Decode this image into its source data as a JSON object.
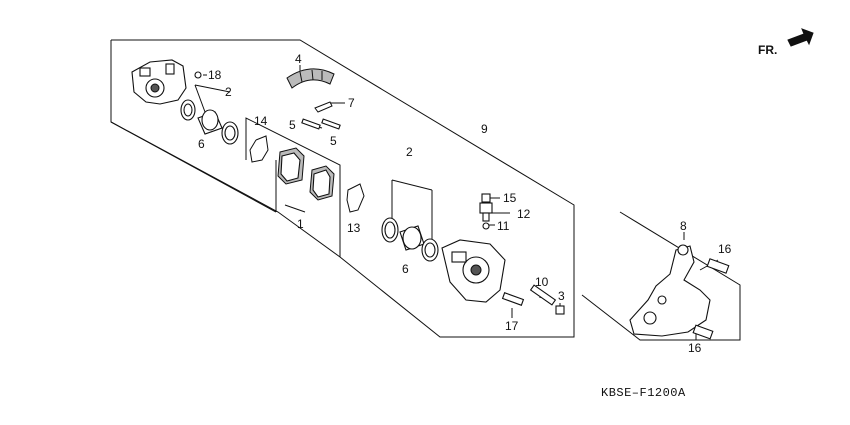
{
  "direction_indicator": "FR.",
  "diagram_code": "KBSE–F1200A",
  "callouts": {
    "c1": "1",
    "c2a": "2",
    "c2b": "2",
    "c3": "3",
    "c4": "4",
    "c5a": "5",
    "c5b": "5",
    "c6a": "6",
    "c6b": "6",
    "c7": "7",
    "c8": "8",
    "c9": "9",
    "c10": "10",
    "c11": "11",
    "c12": "12",
    "c13": "13",
    "c14": "14",
    "c15": "15",
    "c16a": "16",
    "c16b": "16",
    "c17": "17",
    "c18": "18"
  }
}
